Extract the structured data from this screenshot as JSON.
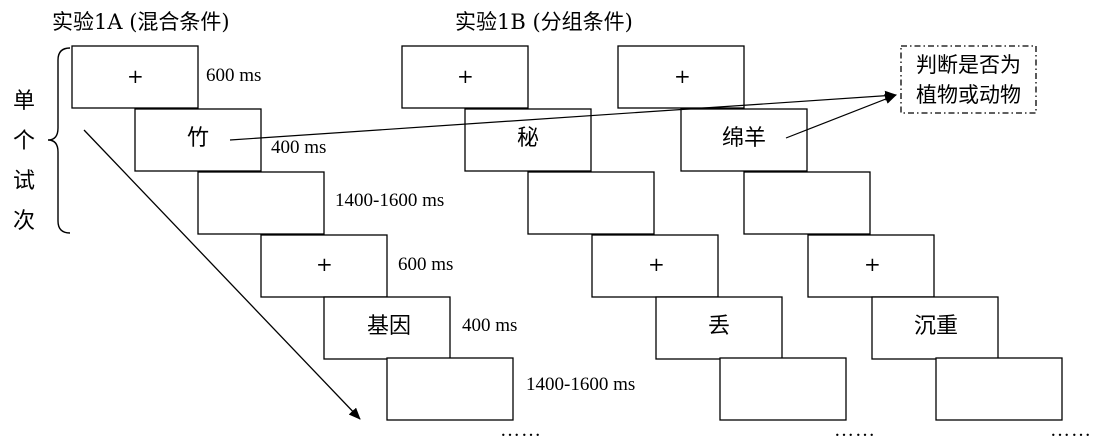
{
  "titles": {
    "exp_a": "实验1A (混合条件)",
    "exp_b": "实验1B (分组条件)"
  },
  "single_trial_label": "单个试次",
  "fixation_symbol": "+",
  "exp_a": {
    "words": [
      "竹",
      "基因"
    ],
    "timings": [
      "600 ms",
      "400 ms",
      "1400-1600 ms",
      "600 ms",
      "400 ms",
      "1400-1600 ms"
    ]
  },
  "exp_b_col1": {
    "words": [
      "秘",
      "丢"
    ]
  },
  "exp_b_col2": {
    "words": [
      "绵羊",
      "沉重"
    ]
  },
  "task_note": {
    "line1": "判断是否为",
    "line2": "植物或动物"
  },
  "continuation": "……"
}
